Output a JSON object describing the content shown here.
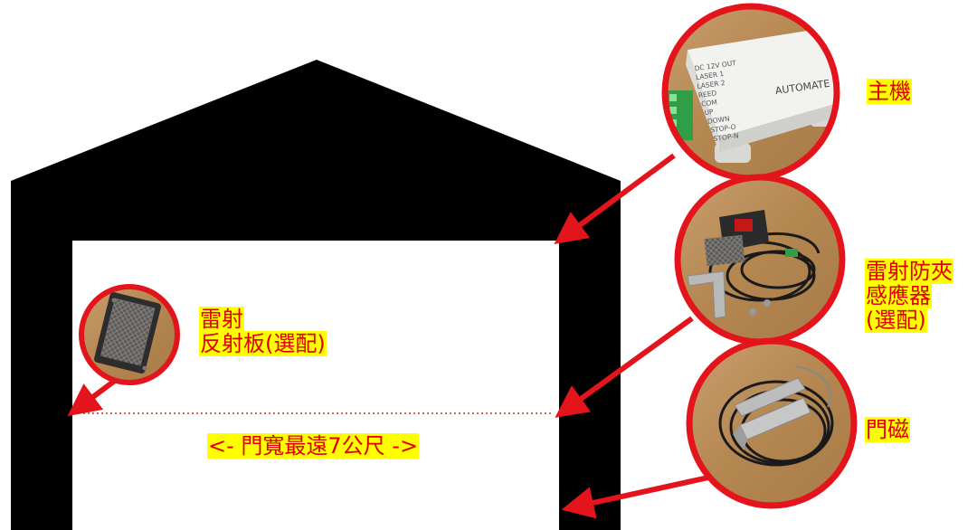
{
  "colors": {
    "building": "#000000",
    "interior": "#ffffff",
    "arrow": "#e3141b",
    "circle_border": "#e3141b",
    "highlight": "#ffff00",
    "label_text": "#e00000",
    "dotted_line": "#c0302a"
  },
  "labels": {
    "controller": "主機",
    "laser_sensor_line1": "雷射防夾",
    "laser_sensor_line2": "感應器",
    "laser_sensor_line3": "(選配)",
    "reflector_line1": "雷射",
    "reflector_line2": "反射板(選配)",
    "door_magnet": "門磁",
    "door_width": "<- 門寬最遠7公尺 ->"
  },
  "controller_device": {
    "brand": "AUTOMATE",
    "terminals": [
      "DC 12V OUT",
      "LASER 1",
      "LASER 2",
      "REED",
      "COM",
      "UP",
      "DOWN",
      "STOP-O",
      "STOP-N"
    ]
  },
  "icons": {
    "controller_photo": "controller-box-icon",
    "laser_sensor_photo": "laser-sensor-icon",
    "reflector_photo": "reflector-plate-icon",
    "magnet_photo": "door-magnet-icon"
  }
}
